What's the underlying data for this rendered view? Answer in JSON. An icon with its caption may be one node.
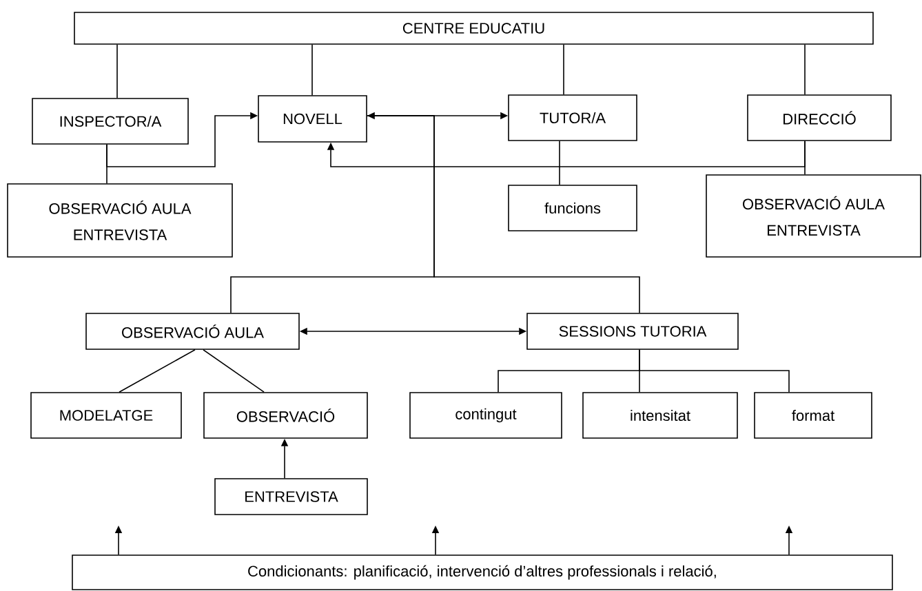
{
  "diagram": {
    "nodes": [
      {
        "text": [
          "CENTRE EDUCATIU"
        ]
      },
      {
        "text": [
          "INSPECTOR/A"
        ]
      },
      {
        "text": [
          "NOVELL"
        ]
      },
      {
        "text": [
          "TUTOR/A"
        ]
      },
      {
        "text": [
          "DIRECCIÓ"
        ]
      },
      {
        "text": [
          "OBSERVACIÓ AULA",
          "ENTREVISTA"
        ]
      },
      {
        "text": [
          "funcions"
        ]
      },
      {
        "text": [
          "OBSERVACIÓ AULA",
          "ENTREVISTA"
        ]
      },
      {
        "text": [
          "OBSERVACIÓ AULA"
        ]
      },
      {
        "text": [
          "SESSIONS TUTORIA"
        ]
      },
      {
        "text": [
          "MODELATGE"
        ]
      },
      {
        "text": [
          "OBSERVACIÓ"
        ]
      },
      {
        "text": [
          "contingut"
        ]
      },
      {
        "text": [
          "intensitat"
        ]
      },
      {
        "text": [
          "format"
        ]
      },
      {
        "text": [
          "ENTREVISTA"
        ]
      },
      {
        "text": [
          "Condicionants: planificació, intervenció d’altres professionals i relació,"
        ]
      }
    ],
    "edges": [
      {
        "from": 0,
        "to": 1,
        "arrow": "none"
      },
      {
        "from": 0,
        "to": 2,
        "arrow": "none"
      },
      {
        "from": 0,
        "to": 3,
        "arrow": "none"
      },
      {
        "from": 0,
        "to": 4,
        "arrow": "none"
      },
      {
        "from": 1,
        "to": 5,
        "arrow": "none"
      },
      {
        "from": 1,
        "to": 2,
        "arrow": "to"
      },
      {
        "from": 4,
        "to": 7,
        "arrow": "none"
      },
      {
        "from": 4,
        "to": 2,
        "arrow": "to"
      },
      {
        "from": 3,
        "to": 6,
        "arrow": "none"
      },
      {
        "from": 2,
        "to": 3,
        "arrow": "both"
      },
      {
        "from": 2,
        "to": 8,
        "arrow": "none"
      },
      {
        "from": 2,
        "to": 9,
        "arrow": "none"
      },
      {
        "from": 8,
        "to": 9,
        "arrow": "both"
      },
      {
        "from": 8,
        "to": 10,
        "arrow": "none"
      },
      {
        "from": 8,
        "to": 11,
        "arrow": "none"
      },
      {
        "from": 15,
        "to": 11,
        "arrow": "to"
      },
      {
        "from": 9,
        "to": 12,
        "arrow": "none"
      },
      {
        "from": 9,
        "to": 13,
        "arrow": "none"
      },
      {
        "from": 9,
        "to": 14,
        "arrow": "none"
      },
      {
        "from": 16,
        "to": null,
        "arrow": "to"
      },
      {
        "from": 16,
        "to": null,
        "arrow": "to"
      },
      {
        "from": 16,
        "to": null,
        "arrow": "to"
      }
    ]
  }
}
